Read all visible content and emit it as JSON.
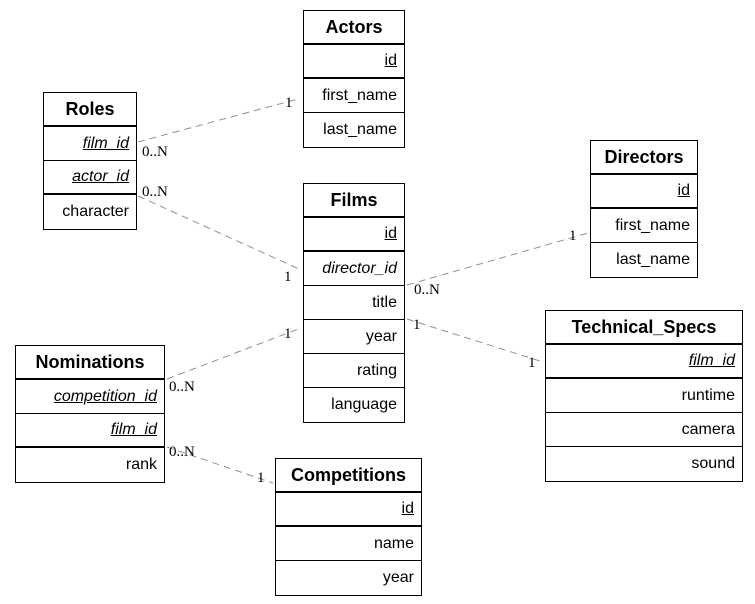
{
  "diagram": {
    "type": "entity-relationship",
    "background_color": "#ffffff",
    "border_color": "#000000",
    "text_color": "#000000",
    "relation_line_color": "#8f8f8f"
  },
  "tables": {
    "actors": {
      "title": "Actors",
      "fields": [
        {
          "label": "id",
          "key": "pk"
        },
        {
          "label": "first_name",
          "key": ""
        },
        {
          "label": "last_name",
          "key": ""
        }
      ]
    },
    "roles": {
      "title": "Roles",
      "fields": [
        {
          "label": "film_id",
          "key": "pk fk"
        },
        {
          "label": "actor_id",
          "key": "pk fk"
        },
        {
          "label": "character",
          "key": ""
        }
      ]
    },
    "films": {
      "title": "Films",
      "fields": [
        {
          "label": "id",
          "key": "pk"
        },
        {
          "label": "director_id",
          "key": "fk"
        },
        {
          "label": "title",
          "key": ""
        },
        {
          "label": "year",
          "key": ""
        },
        {
          "label": "rating",
          "key": ""
        },
        {
          "label": "language",
          "key": ""
        }
      ]
    },
    "directors": {
      "title": "Directors",
      "fields": [
        {
          "label": "id",
          "key": "pk"
        },
        {
          "label": "first_name",
          "key": ""
        },
        {
          "label": "last_name",
          "key": ""
        }
      ]
    },
    "nominations": {
      "title": "Nominations",
      "fields": [
        {
          "label": "competition_id",
          "key": "pk fk"
        },
        {
          "label": "film_id",
          "key": "pk fk"
        },
        {
          "label": "rank",
          "key": ""
        }
      ]
    },
    "technical_specs": {
      "title": "Technical_Specs",
      "fields": [
        {
          "label": "film_id",
          "key": "pk fk"
        },
        {
          "label": "runtime",
          "key": ""
        },
        {
          "label": "camera",
          "key": ""
        },
        {
          "label": "sound",
          "key": ""
        }
      ]
    },
    "competitions": {
      "title": "Competitions",
      "fields": [
        {
          "label": "id",
          "key": "pk"
        },
        {
          "label": "name",
          "key": ""
        },
        {
          "label": "year",
          "key": ""
        }
      ]
    }
  },
  "relations": {
    "roles_actors": {
      "near": "0..N",
      "far": "1"
    },
    "roles_films": {
      "near": "0..N",
      "far": "1"
    },
    "films_directors": {
      "near": "0..N",
      "far": "1"
    },
    "films_technical_specs": {
      "near": "1",
      "far": "1"
    },
    "nominations_films": {
      "near": "0..N",
      "far": "1"
    },
    "nominations_competitions": {
      "near": "0..N",
      "far": "1"
    }
  }
}
